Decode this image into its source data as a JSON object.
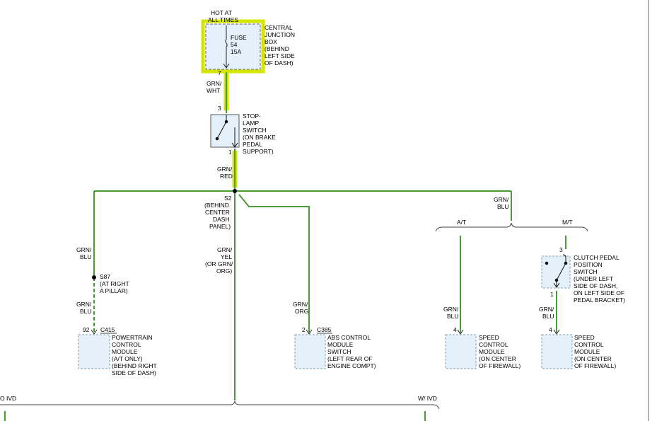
{
  "colors": {
    "wire": "#4a9a3a",
    "highlight": "#d4e600",
    "box_fill": "#e4f1fa",
    "box_stroke": "#8aa0ae",
    "ink": "#000000",
    "border": "#6a6a6a"
  },
  "top_feed": {
    "line1": "HOT AT",
    "line2": "ALL TIMES"
  },
  "fuse": {
    "line1": "FUSE",
    "line2": "54",
    "line3": "15A",
    "pin": "7",
    "location": [
      "CENTRAL",
      "JUNCTION",
      "BOX",
      "(BEHIND",
      "LEFT SIDE",
      "OF DASH)"
    ]
  },
  "wire_fuse_to_switch": [
    "GRN/",
    "WHT"
  ],
  "stop_lamp_switch": {
    "pin_in": "3",
    "pin_out": "1",
    "label": [
      "STOP-",
      "LAMP",
      "SWITCH",
      "(ON BRAKE",
      "PEDAL",
      "SUPPORT)"
    ]
  },
  "wire_switch_to_splice": [
    "GRN/",
    "RED"
  ],
  "splice_s2": {
    "id": "S2",
    "location": [
      "(BEHIND",
      "CENTER",
      "DASH",
      "PANEL)"
    ]
  },
  "wire_right_branch": [
    "GRN/",
    "BLU"
  ],
  "variant_at": "A/T",
  "variant_mt": "M/T",
  "left_branch": {
    "wire_upper": [
      "GRN/",
      "BLU"
    ],
    "splice_id": "S87",
    "splice_location": [
      "(AT RIGHT",
      "A PILLAR)"
    ],
    "wire_lower": [
      "GRN/",
      "BLU"
    ],
    "pin": "92",
    "connector": "C415",
    "component": [
      "POWERTRAIN",
      "CONTROL",
      "MODULE",
      "(A/T ONLY)",
      "(BEHIND RIGHT",
      "SIDE OF DASH)"
    ]
  },
  "center_branch": {
    "wire": [
      "GRN/",
      "YEL",
      "(OR GRN/",
      "ORG)"
    ]
  },
  "abs_branch": {
    "wire": [
      "GRN/",
      "ORG"
    ],
    "pin": "2",
    "connector": "C385",
    "component": [
      "ABS CONTROL",
      "MODULE",
      "SWITCH",
      "(LEFT REAR OF",
      "ENGINE COMPT)"
    ]
  },
  "at_branch": {
    "wire": [
      "GRN/",
      "BLU"
    ],
    "pin": "4",
    "component": [
      "SPEED",
      "CONTROL",
      "MODULE",
      "(ON CENTER",
      "OF FIREWALL)"
    ]
  },
  "mt_branch": {
    "pin_in": "3",
    "pin_out": "1",
    "clutch_switch": [
      "CLUTCH PEDAL",
      "POSITION",
      "SWITCH",
      "(UNDER LEFT",
      "SIDE OF DASH,",
      "ON LEFT SIDE OF",
      "PEDAL BRACKET)"
    ],
    "wire": [
      "GRN/",
      "BLU"
    ],
    "pin": "4",
    "component": [
      "SPEED",
      "CONTROL",
      "MODULE",
      "(ON CENTER",
      "OF FIREWALL)"
    ]
  },
  "bottom": {
    "left_label": "O IVD",
    "right_label": "W/ IVD"
  }
}
